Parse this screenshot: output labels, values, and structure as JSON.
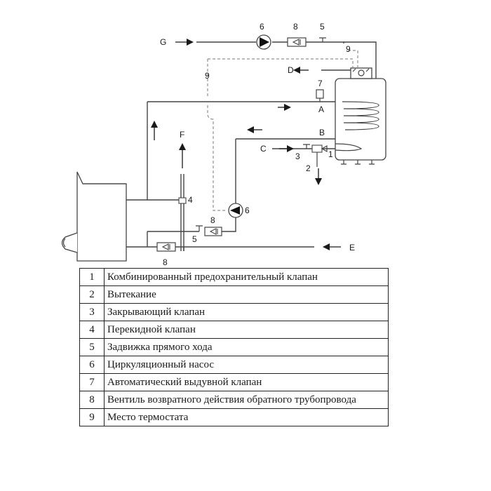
{
  "diagram": {
    "labels": {
      "G": "G",
      "D": "D",
      "A": "A",
      "B": "B",
      "C": "C",
      "F": "F",
      "E": "E",
      "n6_top": "6",
      "n8_top": "8",
      "n5_top": "5",
      "n9_top": "9",
      "n9_left": "9",
      "n7": "7",
      "n3": "3",
      "n1": "1",
      "n2": "2",
      "n4": "4",
      "n6_mid": "6",
      "n8_mid": "8",
      "n5_mid": "5",
      "n8_bottom": "8"
    }
  },
  "legend": {
    "rows": [
      {
        "num": "1",
        "text": "Комбинированный предохранительный клапан"
      },
      {
        "num": "2",
        "text": "Вытекание"
      },
      {
        "num": "3",
        "text": "Закрывающий клапан"
      },
      {
        "num": "4",
        "text": "Перекидной клапан"
      },
      {
        "num": "5",
        "text": "Задвижка прямого хода"
      },
      {
        "num": "6",
        "text": "Циркуляционный насос"
      },
      {
        "num": "7",
        "text": "Автоматический выдувной клапан"
      },
      {
        "num": "8",
        "text": "Вентиль возвратного действия обратного трубопровода"
      },
      {
        "num": "9",
        "text": "Место термостата"
      }
    ]
  }
}
